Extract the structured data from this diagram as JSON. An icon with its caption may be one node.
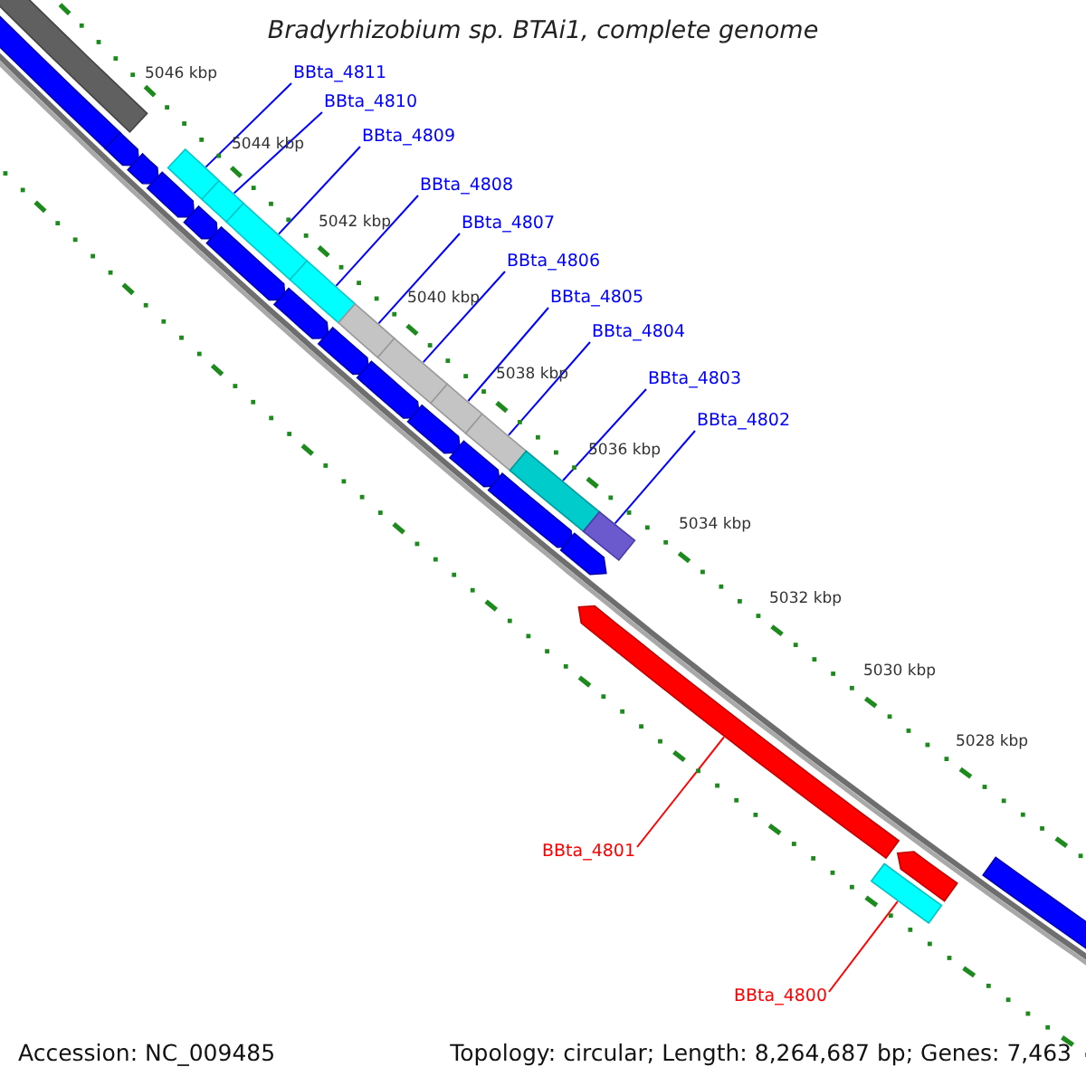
{
  "diagram": {
    "title": "Bradyrhizobium sp. BTAi1, complete genome",
    "nodes": [
      {
        "text": [
          "BBta_4811"
        ]
      },
      {
        "text": [
          "BBta_4810"
        ]
      },
      {
        "text": [
          "BBta_4809"
        ]
      },
      {
        "text": [
          "BBta_4808"
        ]
      },
      {
        "text": [
          "BBta_4807"
        ]
      },
      {
        "text": [
          "BBta_4806"
        ]
      },
      {
        "text": [
          "BBta_4805"
        ]
      },
      {
        "text": [
          "BBta_4804"
        ]
      },
      {
        "text": [
          "BBta_4803"
        ]
      },
      {
        "text": [
          "BBta_4802"
        ]
      },
      {
        "text": [
          "BBta_4801"
        ]
      },
      {
        "text": [
          "BBta_4800"
        ]
      },
      {
        "text": [],
        "shape": "bar"
      },
      {
        "text": [],
        "shape": "bar"
      },
      {
        "text": [],
        "shape": "bar"
      },
      {
        "text": [],
        "shape": "bar"
      },
      {
        "text": [],
        "shape": "bar"
      },
      {
        "text": [],
        "shape": "bar"
      },
      {
        "text": [],
        "shape": "bar"
      },
      {
        "text": [],
        "shape": "bar"
      },
      {
        "text": [],
        "shape": "bar"
      },
      {
        "text": [],
        "shape": "bar"
      },
      {
        "text": [],
        "shape": "arrow"
      },
      {
        "text": [],
        "shape": "bar"
      },
      {
        "text": [],
        "shape": "bar"
      },
      {
        "text": [],
        "shape": "arrow"
      },
      {
        "text": [],
        "shape": "arrow"
      },
      {
        "text": [],
        "shape": "arrow"
      },
      {
        "text": [],
        "shape": "arrow"
      },
      {
        "text": [],
        "shape": "arrow"
      },
      {
        "text": [],
        "shape": "arrow"
      },
      {
        "text": [],
        "shape": "arrow"
      },
      {
        "text": [],
        "shape": "arrow"
      },
      {
        "text": [],
        "shape": "arrow"
      },
      {
        "text": [],
        "shape": "arrow"
      },
      {
        "text": [],
        "shape": "arrow"
      },
      {
        "text": [],
        "shape": "arrow"
      },
      {
        "text": [],
        "shape": "arrow"
      },
      {
        "text": [],
        "shape": "bar"
      },
      {
        "text": [],
        "shape": "arrow"
      }
    ],
    "edges": [
      {
        "from": 0,
        "to": 12,
        "arrow": "none"
      },
      {
        "from": 1,
        "to": 13,
        "arrow": "none"
      },
      {
        "from": 2,
        "to": 14,
        "arrow": "none"
      },
      {
        "from": 3,
        "to": 15,
        "arrow": "none"
      },
      {
        "from": 4,
        "to": 16,
        "arrow": "none"
      },
      {
        "from": 5,
        "to": 17,
        "arrow": "none"
      },
      {
        "from": 6,
        "to": 18,
        "arrow": "none"
      },
      {
        "from": 7,
        "to": 19,
        "arrow": "none"
      },
      {
        "from": 8,
        "to": 20,
        "arrow": "none"
      },
      {
        "from": 9,
        "to": 21,
        "arrow": "none"
      },
      {
        "from": 10,
        "to": 22,
        "arrow": "none",
        "color": "#ff0000"
      },
      {
        "from": 11,
        "to": 23,
        "arrow": "none",
        "color": "#ff0000"
      }
    ],
    "labels": [
      "5046 kbp",
      "5044 kbp",
      "5042 kbp",
      "5040 kbp",
      "5038 kbp",
      "5036 kbp",
      "5034 kbp",
      "5032 kbp",
      "5030 kbp",
      "5028 kbp",
      "Accession: NC_009485",
      "Topology: circular; Length: 8,264,687 bp; Genes: 7,463"
    ]
  }
}
